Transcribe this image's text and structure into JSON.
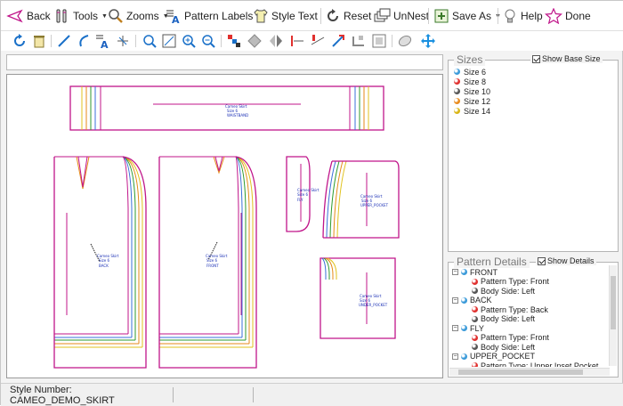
{
  "toolbar": {
    "back": "Back",
    "tools": "Tools",
    "zooms": "Zooms",
    "pattern_labels": "Pattern Labels",
    "style_text": "Style Text",
    "reset": "Reset",
    "unnest": "UnNest",
    "save_as": "Save As",
    "help": "Help",
    "done": "Done"
  },
  "icons2": [
    "refresh-icon",
    "trash-icon",
    "line-tool-icon",
    "curve-tool-icon",
    "text-tool-icon",
    "crosshair-icon",
    "zoom-in-icon",
    "zoom-fit-icon",
    "zoom-plus-icon",
    "zoom-minus-icon",
    "color-icon",
    "diamond-icon",
    "flip-icon",
    "notch-icon",
    "grade-icon",
    "arrow-icon",
    "corner-icon",
    "frame-icon",
    "pattern-icon",
    "move-icon"
  ],
  "sizes": {
    "title": "Sizes",
    "show_base_label": "Show Base Size",
    "items": [
      {
        "label": "Size 6",
        "color": "#3a9ad9"
      },
      {
        "label": "Size 8",
        "color": "#e0302e"
      },
      {
        "label": "Size 10",
        "color": "#555555"
      },
      {
        "label": "Size 12",
        "color": "#e88a1a"
      },
      {
        "label": "Size 14",
        "color": "#d9b514"
      }
    ]
  },
  "details": {
    "title": "Pattern Details",
    "show_label": "Show Details",
    "rows": [
      {
        "kind": "group",
        "label": "FRONT"
      },
      {
        "kind": "prop",
        "label": "Pattern Type: Front",
        "color": "#e0302e"
      },
      {
        "kind": "prop",
        "label": "Body Side: Left",
        "color": "#555555"
      },
      {
        "kind": "group",
        "label": "BACK"
      },
      {
        "kind": "prop",
        "label": "Pattern Type: Back",
        "color": "#e0302e"
      },
      {
        "kind": "prop",
        "label": "Body Side: Left",
        "color": "#555555"
      },
      {
        "kind": "group",
        "label": "FLY"
      },
      {
        "kind": "prop",
        "label": "Pattern Type: Front",
        "color": "#e0302e"
      },
      {
        "kind": "prop",
        "label": "Body Side: Left",
        "color": "#555555"
      },
      {
        "kind": "group",
        "label": "UPPER_POCKET"
      },
      {
        "kind": "prop",
        "label": "Pattern Type: Upper Inset Pocket",
        "color": "#e0302e"
      }
    ]
  },
  "pieces": {
    "waistband": {
      "line1": "Cameo Skirt",
      "line2": "Size 6",
      "name": "WAISTBAND"
    },
    "back": {
      "line1": "Cameo Skirt",
      "line2": "Size 6",
      "name": "BACK"
    },
    "front": {
      "line1": "Cameo Skirt",
      "line2": "Size 6",
      "name": "FRONT"
    },
    "fly": {
      "line1": "Cameo Skirt",
      "line2": "Size 6",
      "name": "FLY"
    },
    "upper_pocket": {
      "line1": "Cameo Skirt",
      "line2": "Size 6",
      "name": "UPPER_POCKET"
    },
    "under_pocket": {
      "line1": "Cameo Skirt",
      "line2": "Size 6",
      "name": "UNDER_POCKET"
    }
  },
  "status": {
    "style_number": "Style Number: CAMEO_DEMO_SKIRT"
  },
  "colors": {
    "outline": "#c0158a",
    "grade_blue": "#3a6fd8",
    "grade_green": "#2d9a2d",
    "grade_orange": "#e58a18",
    "grade_yellow": "#e0c21c",
    "label_blue": "#1a2fb5"
  }
}
